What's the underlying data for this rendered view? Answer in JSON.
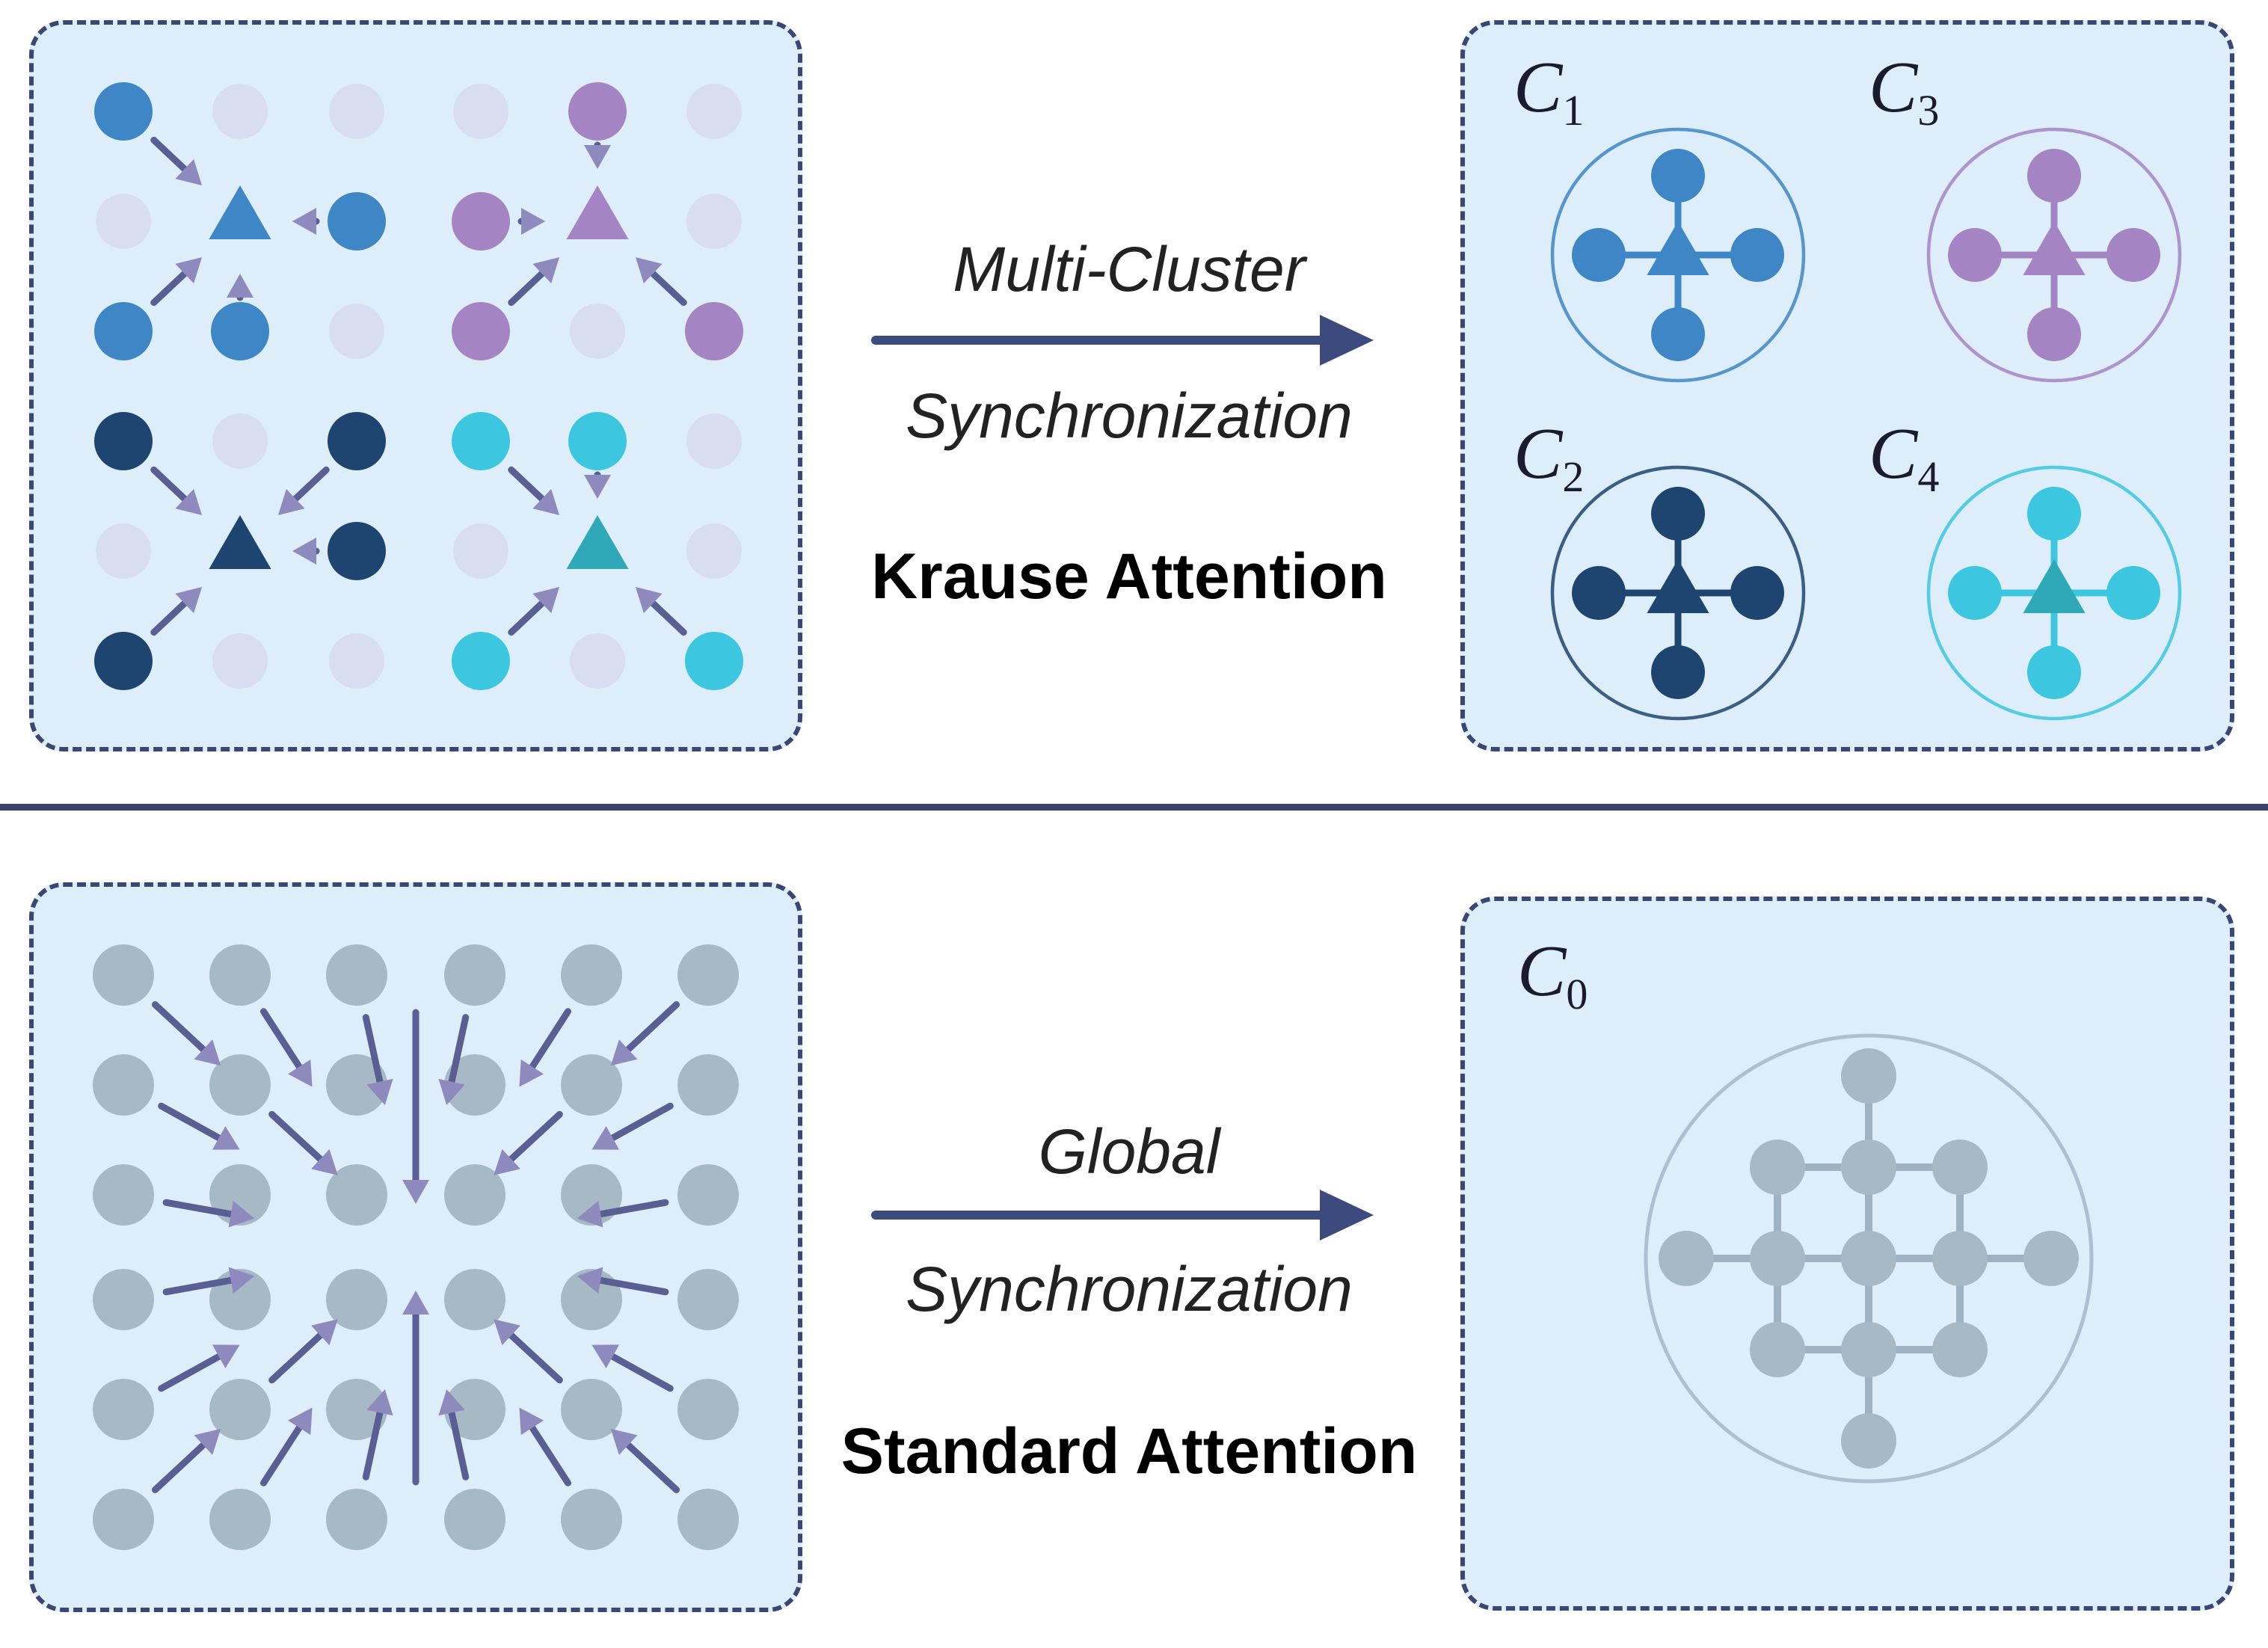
{
  "colors": {
    "panel_bg": "#ddedf9",
    "panel_border": "#3a4673",
    "inactive_dot": "#d8def0",
    "cluster_blue": "#3e86c6",
    "cluster_purple": "#a584c4",
    "cluster_navy": "#1e4570",
    "cluster_cyan": "#3cc6e0",
    "cluster_teal": "#2fa9b8",
    "token_gray": "#a7b9c5",
    "lattice_line": "#9fb2c2",
    "arrow_stroke": "#5a5f93",
    "arrow_head": "#8f8abd",
    "big_arrow": "#3d4a7d",
    "divider": "#39436e",
    "c0_circle": "#b0bfd0",
    "label_text": "#222222",
    "attention_text": "#000000",
    "cluster_label_text": "#1b1b2f"
  },
  "top_row": {
    "transform_label_line1": "Multi-Cluster",
    "transform_label_line2": "Synchronization",
    "attention_label": "Krause Attention",
    "token_types": {
      "b": "cluster_blue",
      "p": "cluster_purple",
      "n": "cluster_navy",
      "c": "cluster_cyan",
      "B": "cluster_blue",
      "P": "cluster_purple",
      "N": "cluster_navy",
      "C": "cluster_teal"
    },
    "token_grid": [
      "b...p.",
      ".BbpP.",
      "bb.p.p",
      "n.ncc.",
      ".Nn.C.",
      "n..c.c"
    ],
    "attention_arrows": [
      [
        0,
        0,
        1,
        1
      ],
      [
        1,
        2,
        1,
        1
      ],
      [
        2,
        0,
        1,
        1
      ],
      [
        2,
        1,
        1,
        1
      ],
      [
        0,
        4,
        1,
        4
      ],
      [
        1,
        3,
        1,
        4
      ],
      [
        2,
        3,
        1,
        4
      ],
      [
        2,
        5,
        1,
        4
      ],
      [
        3,
        0,
        4,
        1
      ],
      [
        3,
        2,
        4,
        1
      ],
      [
        4,
        2,
        4,
        1
      ],
      [
        5,
        0,
        4,
        1
      ],
      [
        3,
        3,
        4,
        4
      ],
      [
        3,
        4,
        4,
        4
      ],
      [
        5,
        3,
        4,
        4
      ],
      [
        5,
        5,
        4,
        4
      ]
    ],
    "clusters": [
      {
        "name": "C",
        "sub": "1",
        "dot_color": "cluster_blue",
        "center_color": "cluster_blue"
      },
      {
        "name": "C",
        "sub": "3",
        "dot_color": "cluster_purple",
        "center_color": "cluster_purple"
      },
      {
        "name": "C",
        "sub": "2",
        "dot_color": "cluster_navy",
        "center_color": "cluster_navy"
      },
      {
        "name": "C",
        "sub": "4",
        "dot_color": "cluster_cyan",
        "center_color": "cluster_teal"
      }
    ]
  },
  "bottom_row": {
    "transform_label_line1": "Global",
    "transform_label_line2": "Synchronization",
    "attention_label": "Standard Attention",
    "grid_rows": 6,
    "grid_cols": 6,
    "cluster": {
      "name": "C",
      "sub": "0"
    }
  }
}
